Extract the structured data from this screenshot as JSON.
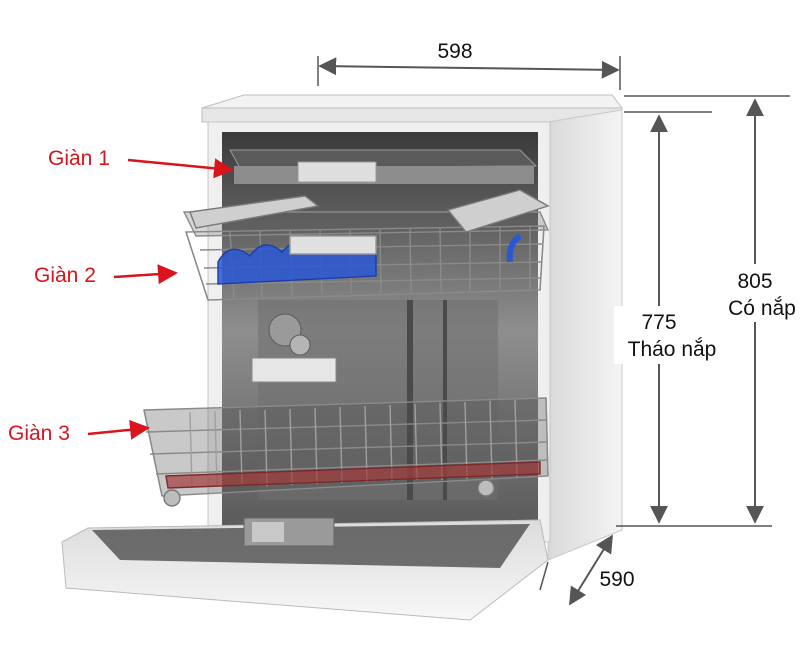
{
  "dimensions": {
    "width": "598",
    "depth": "590",
    "height_with_lid": {
      "value": "805",
      "caption": "Có nắp"
    },
    "height_without_lid": {
      "value": "775",
      "caption": "Tháo nắp"
    }
  },
  "racks": [
    "Giàn 1",
    "Giàn 2",
    "Giàn 3"
  ],
  "colors": {
    "label_red": "#d9141c",
    "dimension_line": "#555555",
    "body": "#eeeeee",
    "interior": "#2c2c2c",
    "rack_wire": "#8a8a8a",
    "rack_blue": "#2a57d6",
    "rack_red": "#a23a3a"
  }
}
